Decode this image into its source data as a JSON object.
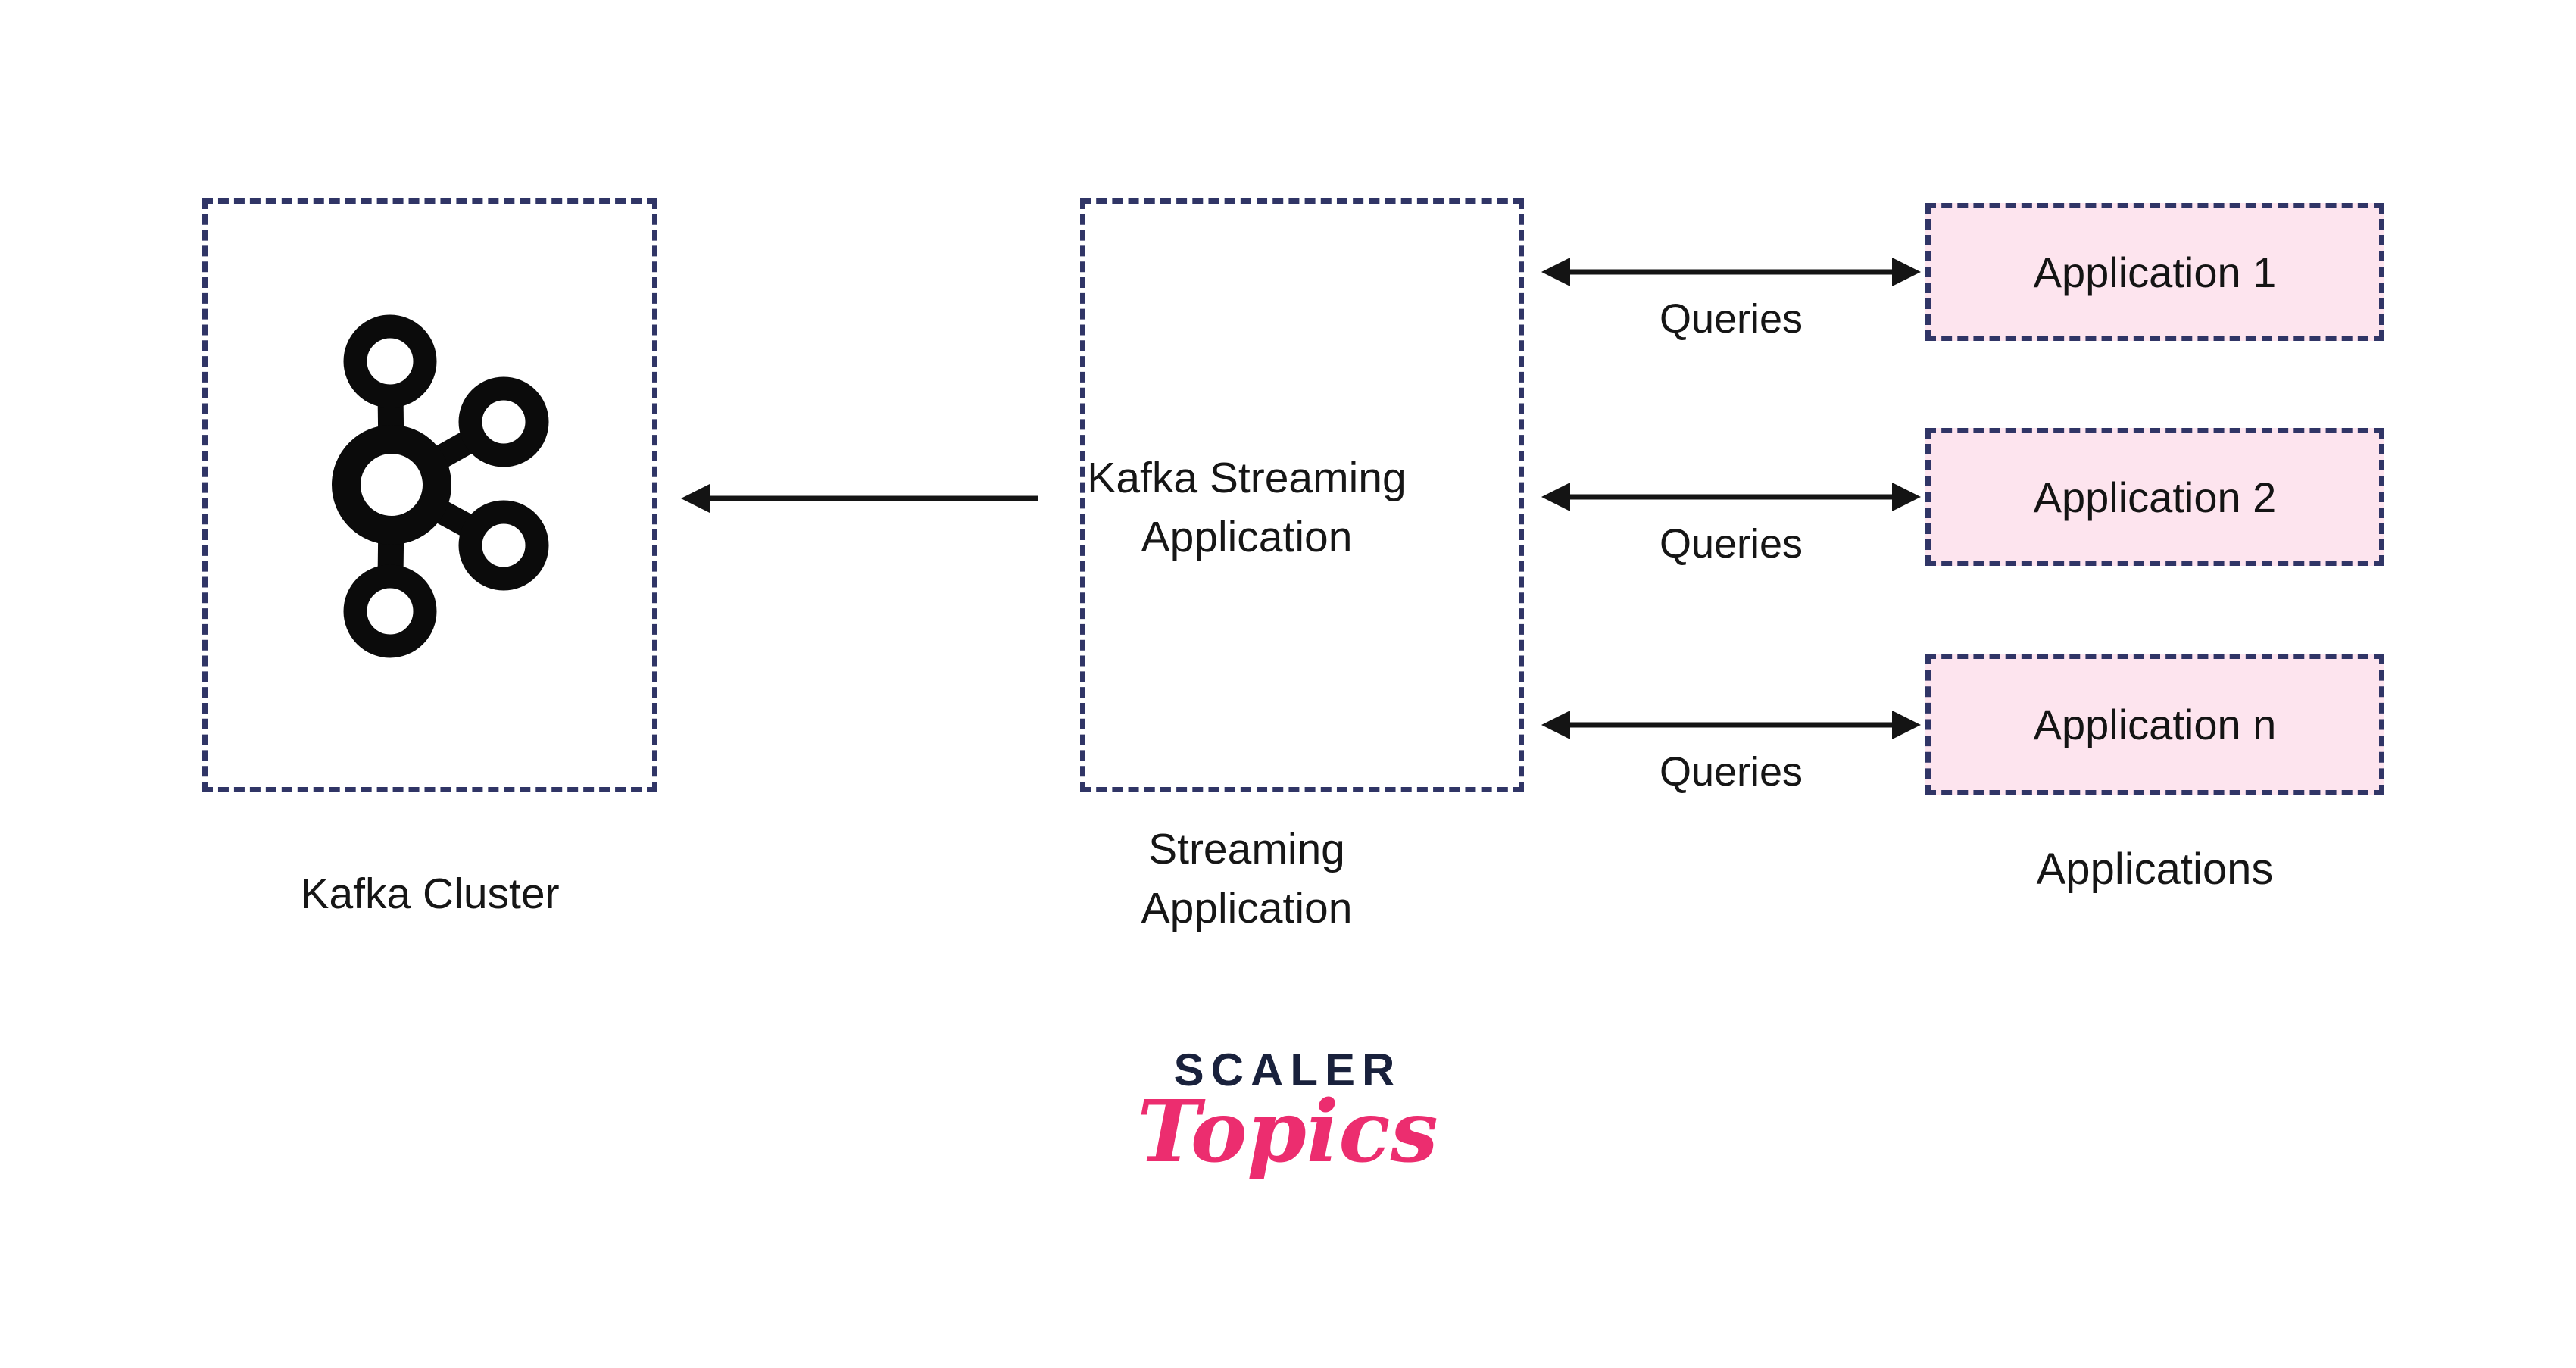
{
  "diagram": {
    "kafka_cluster": {
      "label": "Kafka Cluster",
      "icon": "kafka-logo-icon"
    },
    "streaming_application": {
      "box_text": "Kafka Streaming Application",
      "label": "Streaming Application"
    },
    "applications": {
      "group_label": "Applications",
      "items": [
        {
          "label": "Application 1"
        },
        {
          "label": "Application 2"
        },
        {
          "label": "Application n"
        }
      ]
    },
    "arrows": [
      {
        "from": "Kafka Streaming Application",
        "to": "Kafka Cluster",
        "direction": "left",
        "label": ""
      },
      {
        "from": "Kafka Streaming Application",
        "to": "Application 1",
        "direction": "both",
        "label": "Queries"
      },
      {
        "from": "Kafka Streaming Application",
        "to": "Application 2",
        "direction": "both",
        "label": "Queries"
      },
      {
        "from": "Kafka Streaming Application",
        "to": "Application n",
        "direction": "both",
        "label": "Queries"
      }
    ]
  },
  "logo": {
    "brand": "SCALER",
    "product": "Topics"
  },
  "colors": {
    "background": "#ffffff",
    "dashed_border": "#303566",
    "application_box_fill": "#fde4ee",
    "arrow_black": "#141414",
    "text_black": "#161616",
    "logo_navy": "#19213c",
    "logo_pink": "#ec2d6f"
  }
}
